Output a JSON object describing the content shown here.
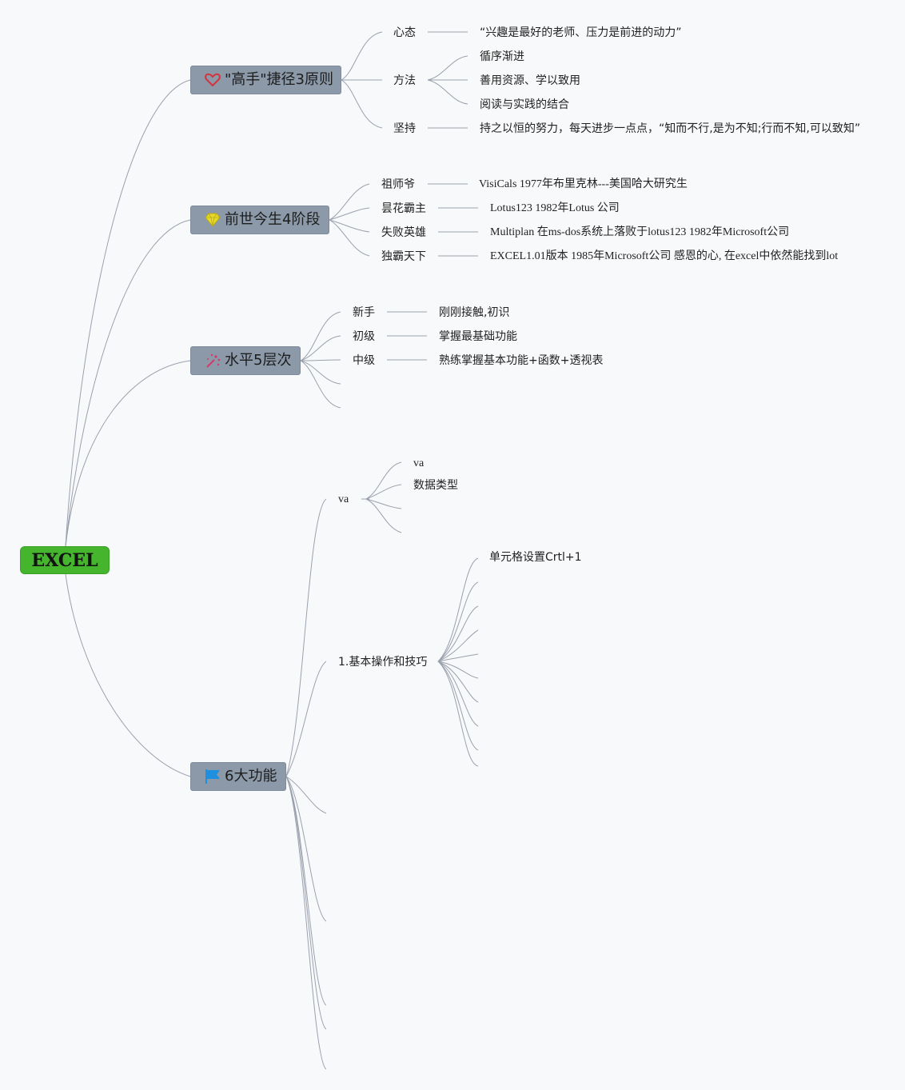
{
  "root": {
    "label": "EXCEL"
  },
  "branches": {
    "principles": {
      "title": "\"高手\"捷径3原则",
      "icon": "heart-icon",
      "items": [
        {
          "label": "心态",
          "details": [
            "“兴趣是最好的老师、压力是前进的动力”"
          ]
        },
        {
          "label": "方法",
          "details": [
            "循序渐进",
            "善用资源、学以致用",
            "阅读与实践的结合"
          ]
        },
        {
          "label": "坚持",
          "details": [
            "持之以恒的努力，每天进步一点点，“知而不行,是为不知;行而不知,可以致知”"
          ]
        }
      ]
    },
    "history": {
      "title": "前世今生4阶段",
      "icon": "diamond-icon",
      "items": [
        {
          "label": "祖师爷",
          "detail": "VisiCals 1977年布里克林---美国哈大研究生"
        },
        {
          "label": "昙花霸主",
          "detail": "Lotus123 1982年Lotus 公司"
        },
        {
          "label": "失败英雄",
          "detail": "Multiplan 在ms-dos系统上落败于lotus123 1982年Microsoft公司"
        },
        {
          "label": "独霸天下",
          "detail": "EXCEL1.01版本 1985年Microsoft公司 感恩的心, 在excel中依然能找到lot"
        }
      ]
    },
    "levels": {
      "title": "水平5层次",
      "icon": "sparkle-icon",
      "items": [
        {
          "label": "新手",
          "detail": "刚刚接触,初识"
        },
        {
          "label": "初级",
          "detail": "掌握最基础功能"
        },
        {
          "label": "中级",
          "detail": "熟练掌握基本功能+函数+透视表"
        }
      ]
    },
    "functions": {
      "title": "6大功能",
      "icon": "flag-icon",
      "va": {
        "label": "va",
        "children": [
          "va",
          "数据类型"
        ]
      },
      "basic": {
        "label": "1.基本操作和技巧",
        "children": [
          "单元格设置Crtl+1"
        ]
      }
    }
  },
  "colors": {
    "root_fill": "#45b52e",
    "main_fill": "#8b99a8",
    "connector": "#9aa1ad",
    "heart": "#d6323c",
    "diamond": "#e7d92a",
    "sparkle": "#d8376a",
    "flag": "#1f8fe0"
  }
}
